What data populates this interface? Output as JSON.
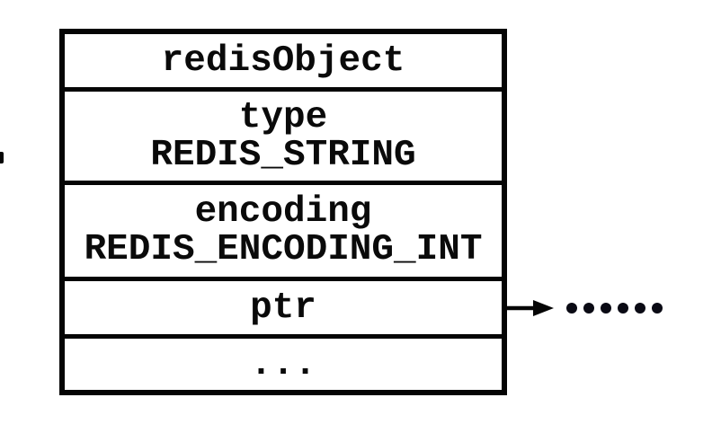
{
  "figure": {
    "description": "redisObject structure diagram",
    "colors": {
      "ink": "#050505",
      "background": "#ffffff"
    }
  },
  "struct": {
    "rows": [
      {
        "id": "header",
        "lines": [
          "redisObject"
        ]
      },
      {
        "id": "type",
        "lines": [
          "type",
          "REDIS_STRING"
        ]
      },
      {
        "id": "encoding",
        "lines": [
          "encoding",
          "REDIS_ENCODING_INT"
        ]
      },
      {
        "id": "ptr",
        "lines": [
          "ptr"
        ]
      },
      {
        "id": "more",
        "lines": [
          "..."
        ]
      }
    ]
  },
  "pointer": {
    "from_field": "ptr",
    "dots": 6
  }
}
